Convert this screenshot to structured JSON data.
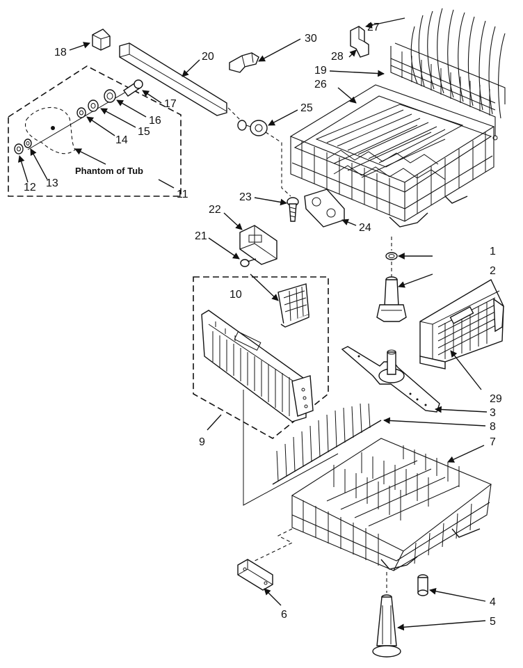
{
  "caption": "Phantom of Tub",
  "callouts": [
    "1",
    "2",
    "3",
    "4",
    "5",
    "6",
    "7",
    "8",
    "9",
    "10",
    "11",
    "12",
    "13",
    "14",
    "15",
    "16",
    "17",
    "18",
    "19",
    "20",
    "21",
    "22",
    "23",
    "24",
    "25",
    "26",
    "27",
    "28",
    "29",
    "30"
  ]
}
